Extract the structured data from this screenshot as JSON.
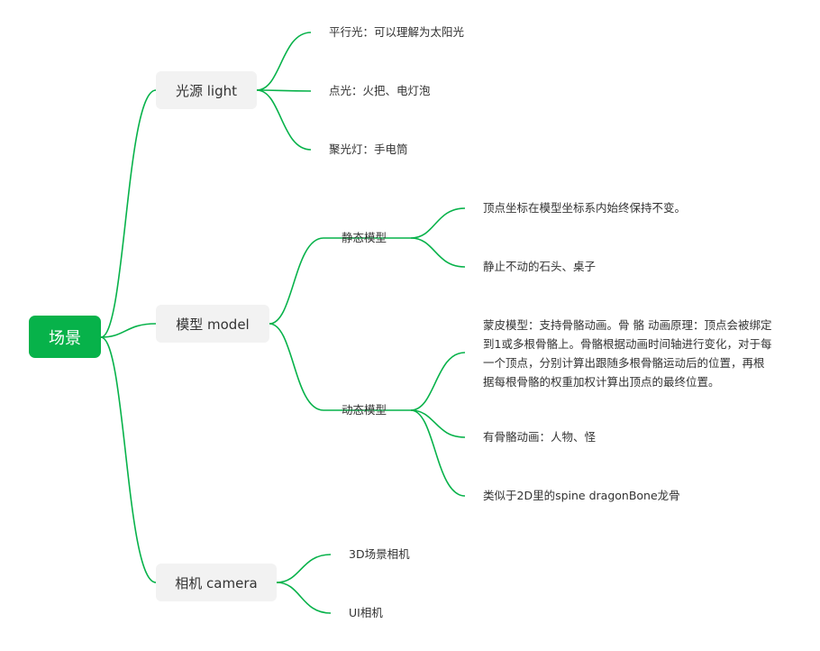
{
  "root": {
    "label": "场景"
  },
  "light": {
    "label": "光源 light",
    "children": [
      "平行光：可以理解为太阳光",
      "点光：火把、电灯泡",
      "聚光灯：手电筒"
    ]
  },
  "model": {
    "label": "模型 model",
    "static": {
      "label": "静态模型",
      "children": [
        "顶点坐标在模型坐标系内始终保持不变。",
        "静止不动的石头、桌子"
      ]
    },
    "dynamic": {
      "label": "动态模型",
      "children": [
        [
          "蒙皮模型：支持骨骼动画。骨 骼 动画原理：顶点会被绑定",
          "到1或多根骨骼上。骨骼根据动画时间轴进行变化，对于每",
          "一个顶点，分别计算出跟随多根骨骼运动后的位置，再根",
          "据每根骨骼的权重加权计算出顶点的最终位置。"
        ],
        "有骨骼动画：人物、怪",
        "类似于2D里的spine dragonBone龙骨"
      ]
    }
  },
  "camera": {
    "label": "相机 camera",
    "children": [
      "3D场景相机",
      "UI相机"
    ]
  },
  "colors": {
    "root_bg": "#07b24a",
    "link": "#07b24a",
    "branch_bg": "#f2f2f2"
  }
}
